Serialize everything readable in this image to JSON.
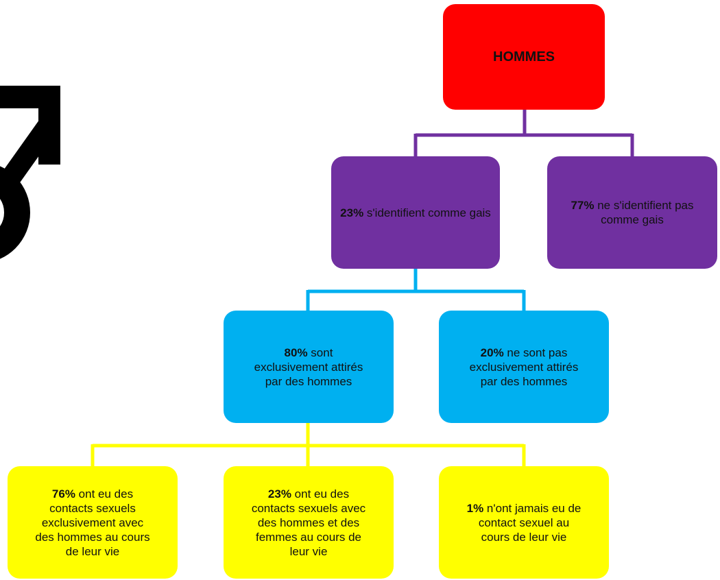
{
  "colors": {
    "root": "#ff0000",
    "level1": "#7030a0",
    "level2": "#00b0f0",
    "level3": "#ffff00",
    "connector_level1": "#7030a0",
    "connector_level2": "#00b0f0",
    "connector_level3": "#ffff00"
  },
  "symbol": {
    "icon": "male-symbol-icon",
    "color": "#000000"
  },
  "root": {
    "label": "HOMMES"
  },
  "level1": [
    {
      "pct": "23%",
      "text": " s'identifient comme gais"
    },
    {
      "pct": "77%",
      "text": " ne s'identifient pas comme gais"
    }
  ],
  "level2": [
    {
      "pct": "80%",
      "text": " sont exclusivement attirés par des hommes"
    },
    {
      "pct": "20%",
      "text": " ne sont pas exclusivement attirés par des hommes"
    }
  ],
  "level3": [
    {
      "pct": "76%",
      "text": " ont eu des contacts sexuels exclusivement avec des hommes au cours de leur vie"
    },
    {
      "pct": "23%",
      "text": " ont eu des contacts sexuels avec des hommes et des femmes au cours de leur vie"
    },
    {
      "pct": "1%",
      "text": " n'ont jamais eu de contact sexuel au cours de leur vie"
    }
  ]
}
